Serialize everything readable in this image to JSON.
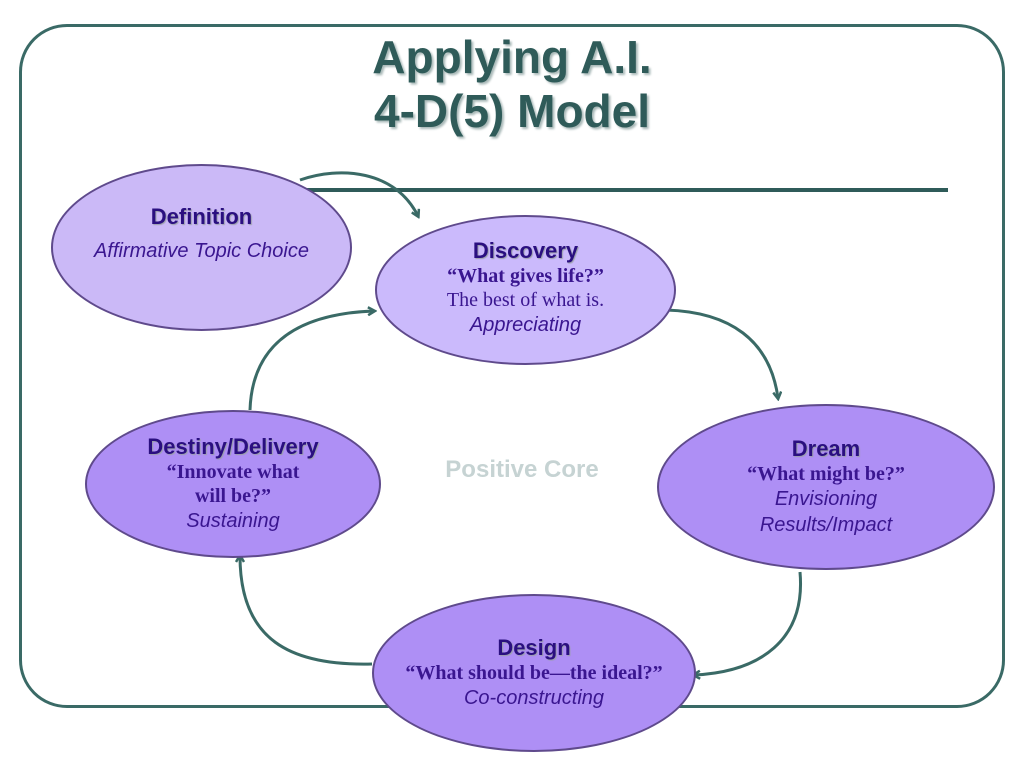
{
  "slide": {
    "title_line1": "Applying A.I.",
    "title_line2": "4-D(5) Model"
  },
  "diagram": {
    "center_label": "Positive Core",
    "arrow_color": "#3a6a66",
    "nodes": {
      "definition": {
        "name": "Definition",
        "description": "Affirmative Topic Choice"
      },
      "discovery": {
        "name": "Discovery",
        "question": "“What gives life?”",
        "description": "The best of what is.",
        "activity": "Appreciating"
      },
      "dream": {
        "name": "Dream",
        "question": "“What might be?”",
        "activity": "Envisioning",
        "outcome": "Results/Impact"
      },
      "design": {
        "name": "Design",
        "question": "“What should be—the ideal?”",
        "activity": "Co-constructing"
      },
      "destiny": {
        "name": "Destiny/Delivery",
        "question_line1": "“Innovate what",
        "question_line2": "will be?”",
        "activity": "Sustaining"
      }
    }
  }
}
